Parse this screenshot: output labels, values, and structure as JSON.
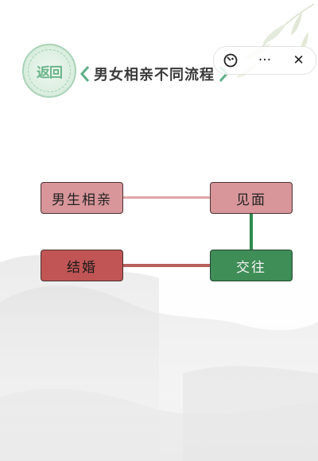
{
  "header": {
    "back_label": "返回",
    "level_title": "男女相亲不同流程"
  },
  "capsule": {
    "game_icon": "game-controller-icon",
    "more_label": "···",
    "close_label": "✕"
  },
  "cards": {
    "blind_date": "男生相亲",
    "meet": "见面",
    "date": "交往",
    "marry": "结婚"
  },
  "colors": {
    "card_pink": "#d8969a",
    "card_red": "#c15555",
    "card_green": "#3f8d57",
    "line_pink": "#e0a7a5",
    "line_red": "#b95f5c",
    "line_green": "#2f8a4e",
    "accent_green": "#6ab489"
  }
}
